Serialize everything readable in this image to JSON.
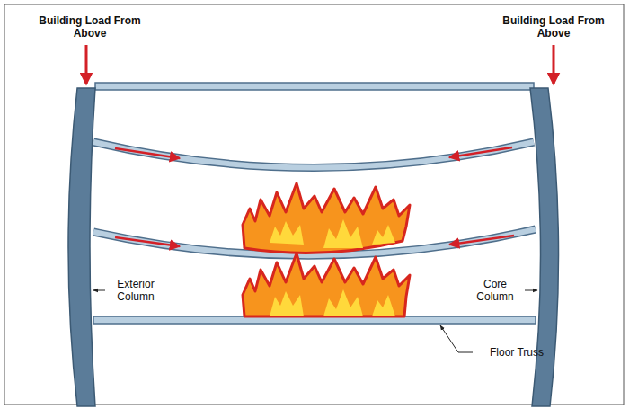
{
  "diagram": {
    "labels": [
      "Building Load From Above",
      "Building Load From Above",
      "Exterior Column",
      "Core Column",
      "Floor Truss"
    ]
  }
}
